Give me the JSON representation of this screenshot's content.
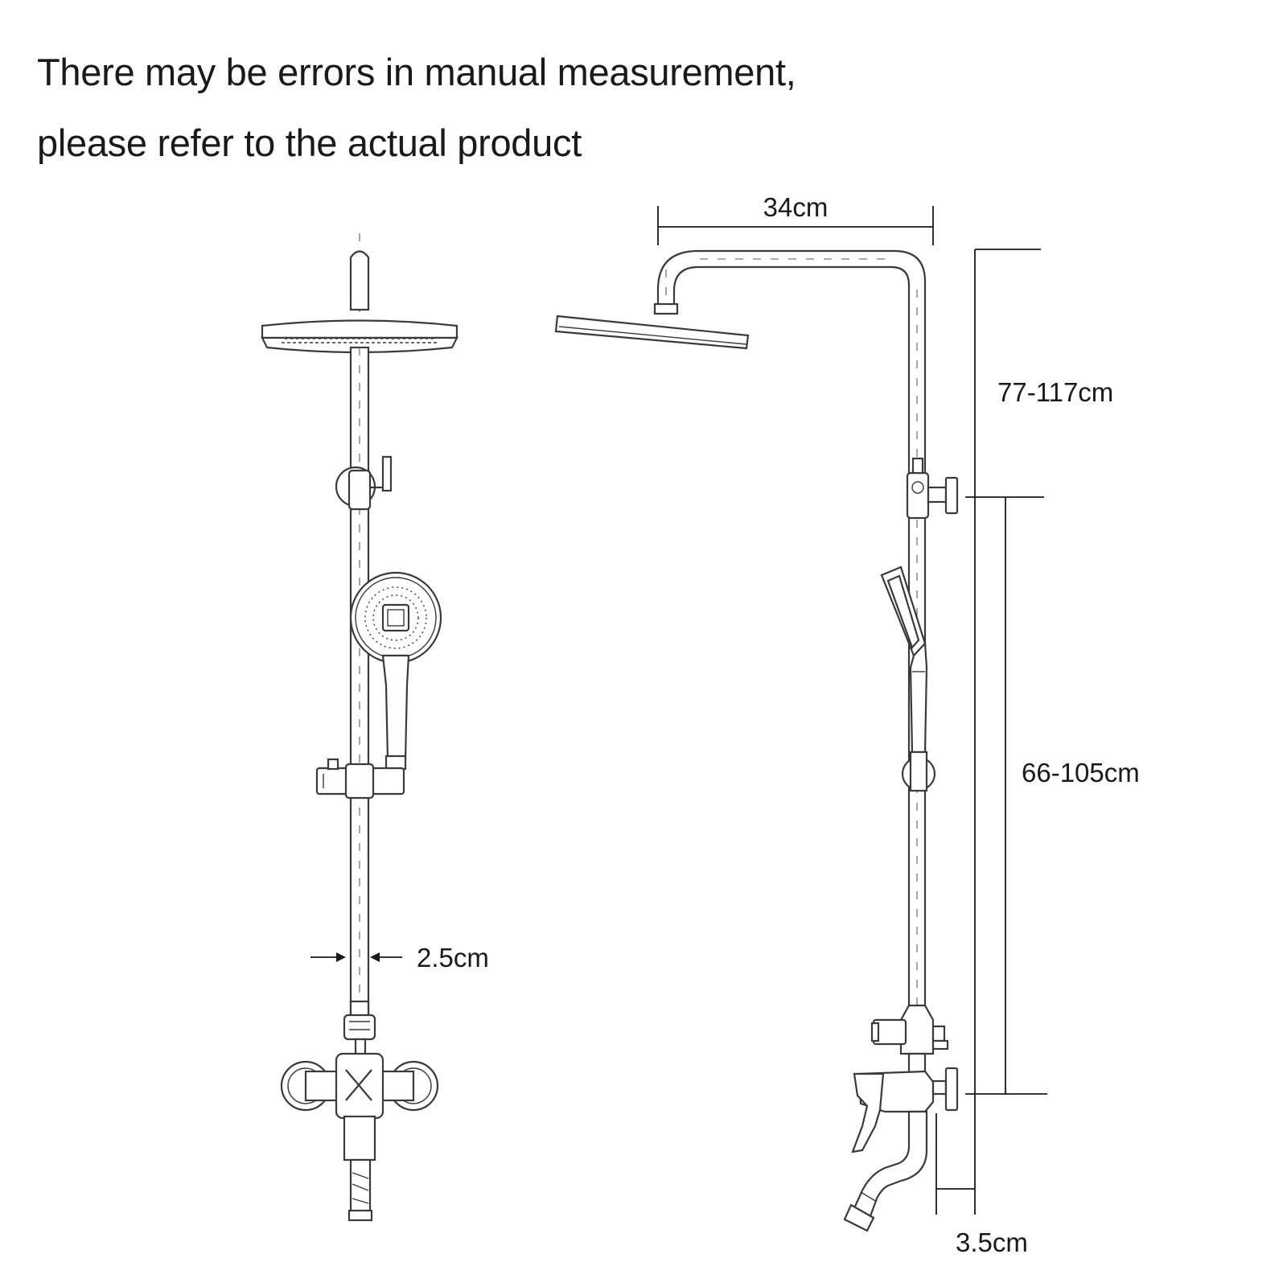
{
  "note": {
    "line1": "There may be errors in manual measurement,",
    "line2": "please refer to the actual product"
  },
  "dimensions": {
    "arm_length": "34cm",
    "upper_height": "77-117cm",
    "lower_height": "66-105cm",
    "pipe_diameter": "2.5cm",
    "wall_offset": "3.5cm"
  }
}
